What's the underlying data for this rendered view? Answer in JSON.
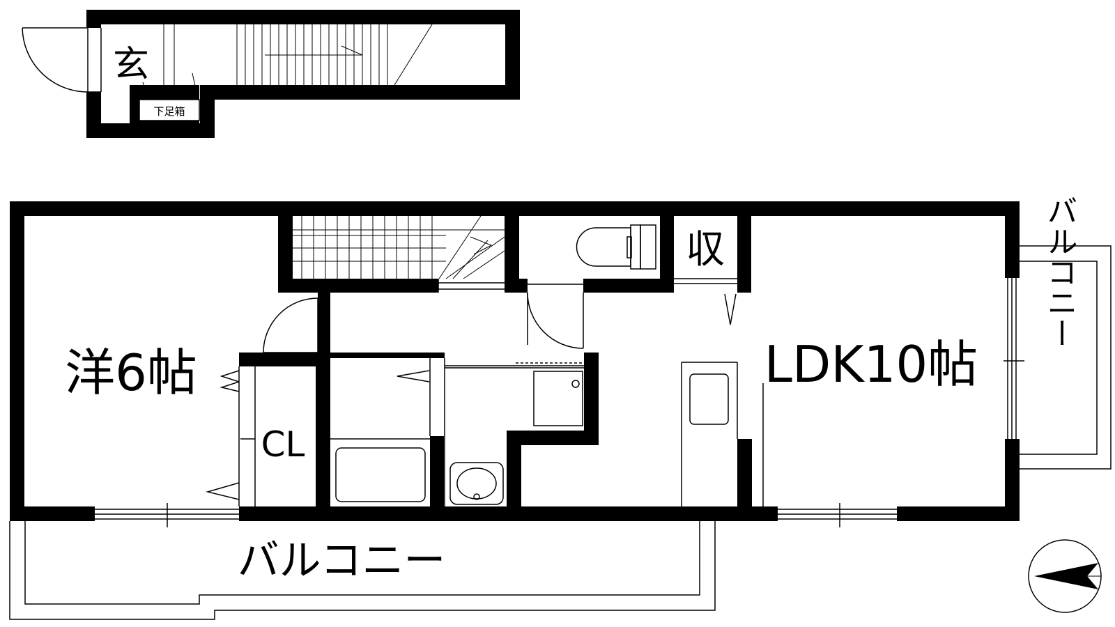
{
  "labels": {
    "entrance": "玄",
    "shoe_box": "下足箱",
    "western_room": "洋6帖",
    "closet": "CL",
    "storage": "収",
    "ldk": "LDK10帖",
    "balcony_bottom": "バルコニー",
    "balcony_right": "バルコニー"
  },
  "colors": {
    "wall": "#000000",
    "line": "#000000",
    "background": "#ffffff"
  },
  "icons": {
    "compass": "north-arrow-icon",
    "toilet": "toilet-icon",
    "bathtub": "bathtub-icon",
    "sink": "washbasin-icon",
    "stairs": "stairs-icon",
    "kitchen": "kitchen-sink-icon"
  }
}
